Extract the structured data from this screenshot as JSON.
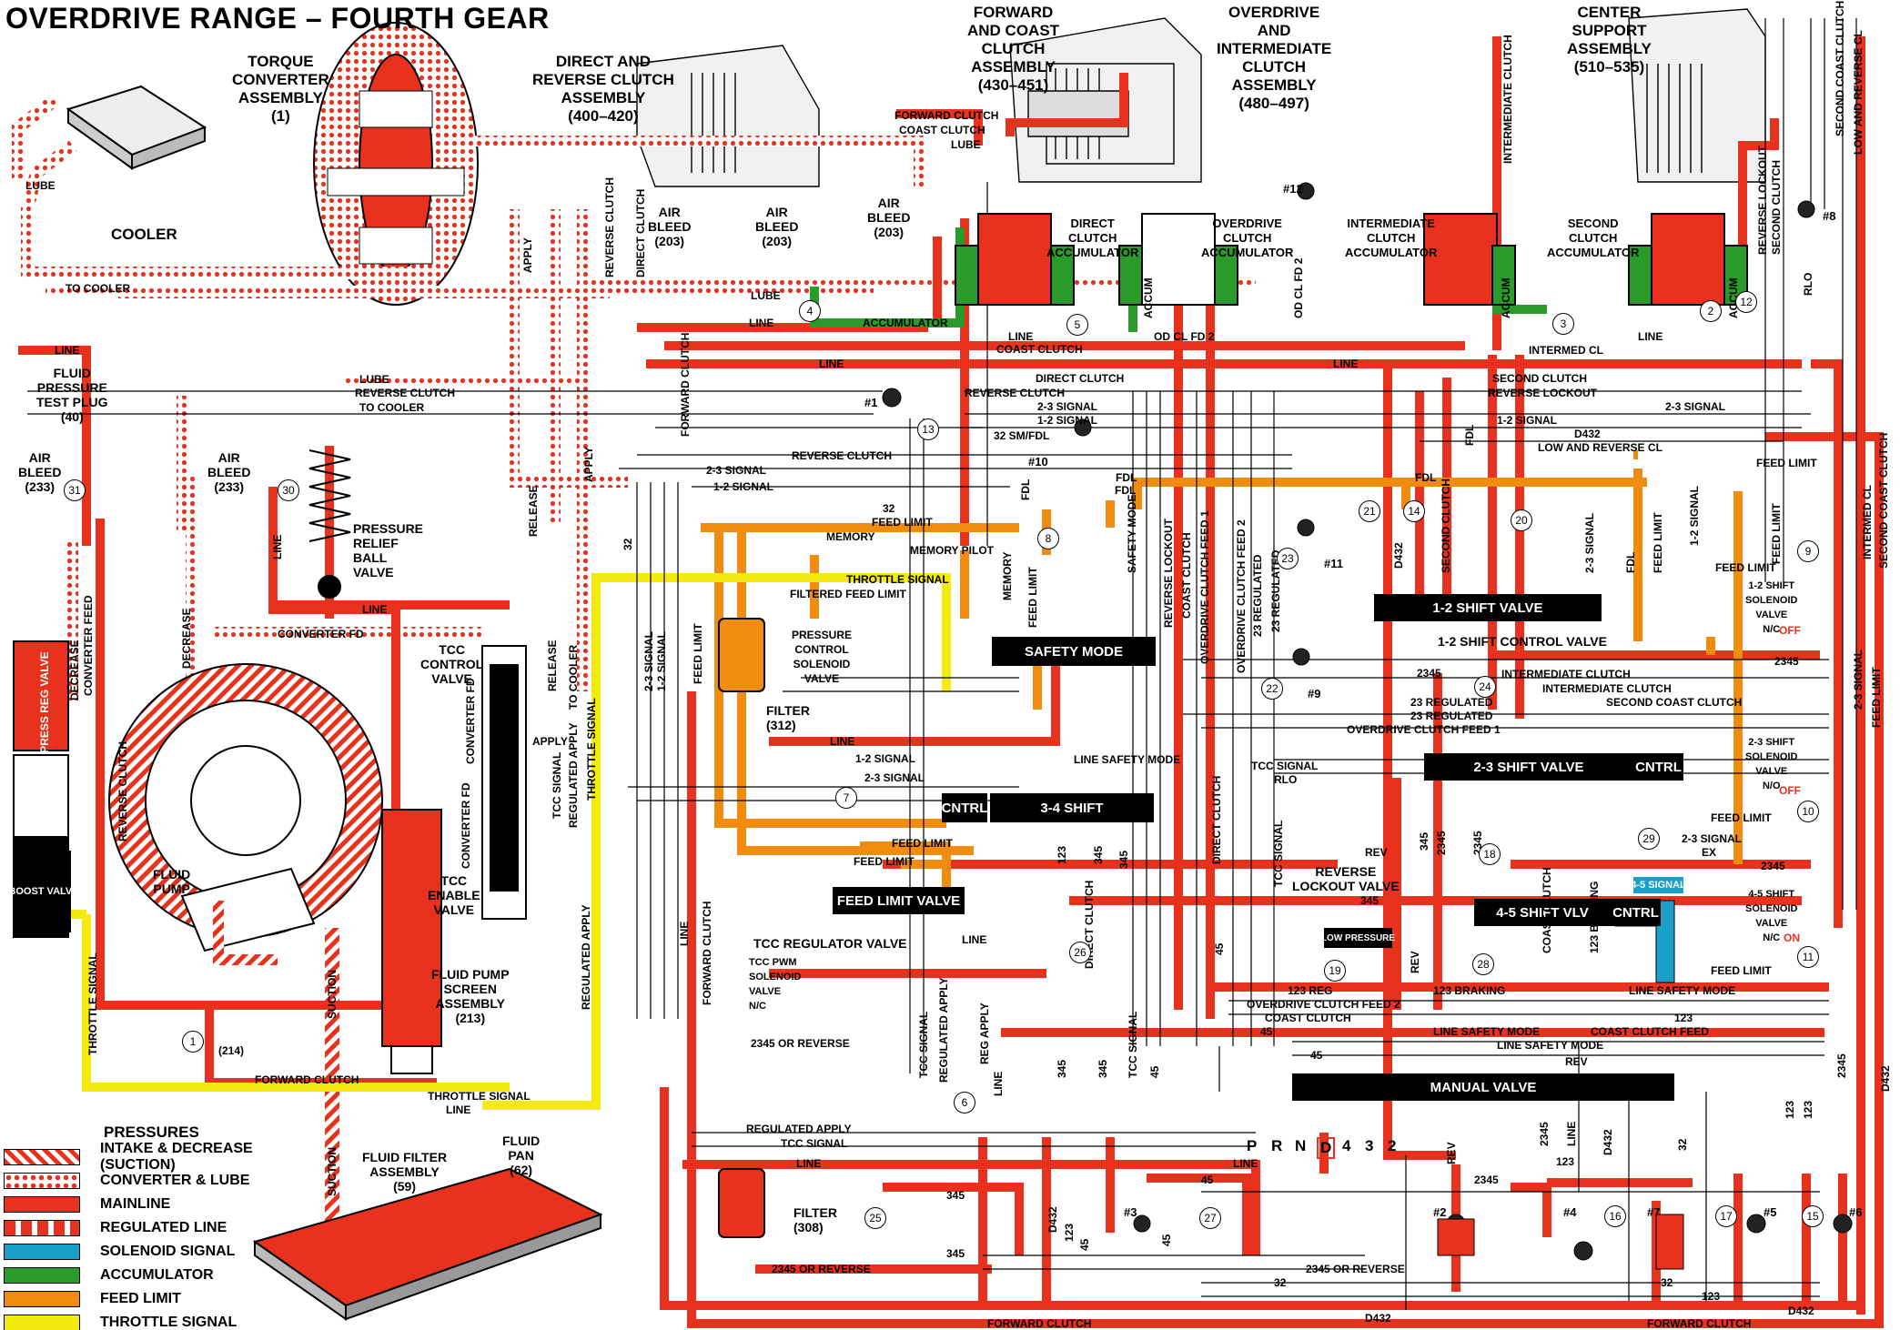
{
  "title": "OVERDRIVE RANGE – FOURTH GEAR",
  "headers": {
    "torque_converter": "TORQUE\nCONVERTER\nASSEMBLY\n(1)",
    "direct_reverse": "DIRECT AND\nREVERSE CLUTCH\nASSEMBLY\n(400–420)",
    "forward_coast": "FORWARD\nAND COAST\nCLUTCH\nASSEMBLY\n(430–451)",
    "od_intermediate": "OVERDRIVE\nAND\nINTERMEDIATE\nCLUTCH\nASSEMBLY\n(480–497)",
    "center_support": "CENTER\nSUPPORT\nASSEMBLY\n(510–535)"
  },
  "components": {
    "cooler": "COOLER",
    "test_plug": "FLUID\nPRESSURE\nTEST PLUG\n(40)",
    "air_bleed_233a": "AIR\nBLEED\n(233)",
    "air_bleed_233b": "AIR\nBLEED\n(233)",
    "air_bleed_203a": "AIR\nBLEED\n(203)",
    "air_bleed_203b": "AIR\nBLEED\n(203)",
    "air_bleed_203c": "AIR\nBLEED\n(203)",
    "pressure_relief": "PRESSURE\nRELIEF\nBALL\nVALVE",
    "tcc_control_valve": "TCC\nCONTROL\nVALVE",
    "tcc_enable_valve": "TCC\nENABLE\nVALVE",
    "fluid_pump": "FLUID\nPUMP",
    "pump_screen": "FLUID PUMP\nSCREEN\nASSEMBLY\n(213)",
    "fluid_filter": "FLUID FILTER\nASSEMBLY\n(59)",
    "fluid_pan": "FLUID\nPAN\n(62)",
    "direct_clutch_acc": "DIRECT\nCLUTCH\nACCUMULATOR",
    "overdrive_clutch_acc": "OVERDRIVE\nCLUTCH\nACCUMULATOR",
    "intermediate_clutch_acc": "INTERMEDIATE\nCLUTCH\nACCUMULATOR",
    "second_clutch_acc": "SECOND\nCLUTCH\nACCUMULATOR",
    "pcs_valve": "PRESSURE\nCONTROL\nSOLENOID\nVALVE",
    "filter_312": "FILTER\n(312)",
    "filter_308": "FILTER\n(308)",
    "tcc_regulator": "TCC REGULATOR VALVE",
    "tcc_pwm": "TCC PWM\nSOLENOID\nVALVE\nN/C",
    "reverse_lockout_valve": "REVERSE\nLOCKOUT VALVE",
    "shift_sol_12": "1-2 SHIFT\nSOLENOID\nVALVE\nN/C",
    "shift_sol_23": "2-3 SHIFT\nSOLENOID\nVALVE\nN/O",
    "shift_sol_45": "4-5 SHIFT\nSOLENOID\nVALVE\nN/C",
    "off1": "OFF",
    "off2": "OFF",
    "on": "ON",
    "tap_214": "(214)"
  },
  "valves": {
    "press_reg": "PRESS REG VALVE",
    "boost": "BOOST VALVE",
    "safety_mode": "SAFETY MODE",
    "shift_34_cntrl": "CNTRL",
    "shift_34": "3-4 SHIFT",
    "feed_limit": "FEED LIMIT VALVE",
    "shift_12": "1-2 SHIFT VALVE",
    "shift_12_control": "1-2 SHIFT CONTROL VALVE",
    "shift_23": "2-3 SHIFT VALVE",
    "shift_23_cntrl": "CNTRL",
    "shift_45": "4-5 SHIFT VLV",
    "shift_45_cntrl": "CNTRL",
    "low_pressure": "LOW PRESSURE",
    "manual": "MANUAL VALVE"
  },
  "passages": {
    "lube": "LUBE",
    "to_cooler": "TO COOLER",
    "line": "LINE",
    "converter_fd": "CONVERTER FD",
    "reverse_clutch": "REVERSE CLUTCH",
    "direct_clutch": "DIRECT CLUTCH",
    "coast_clutch": "COAST CLUTCH",
    "forward_clutch": "FORWARD CLUTCH",
    "accumulator": "ACCUMULATOR",
    "intermed_cl": "INTERMED CL",
    "second_clutch": "SECOND CLUTCH",
    "reverse_lockout": "REVERSE LOCKOUT",
    "signal_23": "2-3 SIGNAL",
    "signal_12": "1-2 SIGNAL",
    "d432": "D432",
    "low_rev_cl": "LOW AND REVERSE CL",
    "feed_limit": "FEED LIMIT",
    "memory": "MEMORY",
    "memory_pilot": "MEMORY PILOT",
    "throttle_signal": "THROTTLE SIGNAL",
    "filtered_feed_limit": "FILTERED FEED LIMIT",
    "v32": "32",
    "sm_fdl": "32 SM/FDL",
    "fdl": "FDL",
    "intermediate_clutch": "INTERMEDIATE CLUTCH",
    "regulated_23": "23 REGULATED",
    "second_coast_clutch": "SECOND COAST CLUTCH",
    "od_clutch_feed_1": "OVERDRIVE CLUTCH FEED 1",
    "od_clutch_feed_2": "OVERDRIVE CLUTCH FEED 2",
    "line_safety_mode": "LINE SAFETY MODE",
    "tcc_signal": "TCC SIGNAL",
    "regulated_apply": "REGULATED APPLY",
    "reg_apply": "REG APPLY",
    "rlo": "RLO",
    "rev": "REV",
    "braking_123": "123 BRAKING",
    "reg_123": "123 REG",
    "coast_clutch_feed": "COAST CLUTCH FEED",
    "v45": "45",
    "v345": "345",
    "v2345": "2345",
    "v123": "123",
    "or_reverse_2345": "2345 OR REVERSE",
    "overdrive_clutch": "OVERDRIVE CLUTCH",
    "od_cl_fd_2": "OD CL FD 2",
    "apply": "APPLY",
    "release": "RELEASE",
    "decrease": "DECREASE",
    "suction": "SUCTION",
    "converter_feed": "CONVERTER FEED",
    "signal_45": "4-5 SIGNAL",
    "ex": "EX",
    "accum": "ACCUM"
  },
  "gear_selector": [
    "P",
    "R",
    "N",
    "D",
    "4",
    "3",
    "2"
  ],
  "selected_gear": "D",
  "checkballs": [
    "#1",
    "#2",
    "#3",
    "#4",
    "#5",
    "#6",
    "#7",
    "#8",
    "#9",
    "#10",
    "#11",
    "#12"
  ],
  "circuit_numbers": [
    "1",
    "2",
    "3",
    "4",
    "5",
    "6",
    "7",
    "8",
    "9",
    "10",
    "11",
    "12",
    "13",
    "14",
    "15",
    "16",
    "17",
    "18",
    "19",
    "20",
    "21",
    "22",
    "23",
    "24",
    "25",
    "26",
    "27",
    "28",
    "29",
    "30",
    "31"
  ],
  "legend": {
    "title": "PRESSURES",
    "items": [
      {
        "label": "INTAKE & DECREASE (SUCTION)",
        "pattern": "stripe",
        "color": "#e8321e"
      },
      {
        "label": "CONVERTER & LUBE",
        "pattern": "dots",
        "color": "#e8321e"
      },
      {
        "label": "MAINLINE",
        "pattern": "solid",
        "color": "#e8321e"
      },
      {
        "label": "REGULATED LINE",
        "pattern": "blocks",
        "color": "#e8321e"
      },
      {
        "label": "SOLENOID SIGNAL",
        "pattern": "solid",
        "color": "#1aa0c8"
      },
      {
        "label": "ACCUMULATOR",
        "pattern": "solid",
        "color": "#2a9a2a"
      },
      {
        "label": "FEED LIMIT",
        "pattern": "solid",
        "color": "#f08c10"
      },
      {
        "label": "THROTTLE SIGNAL",
        "pattern": "solid",
        "color": "#f5ea10"
      }
    ]
  },
  "colors": {
    "mainline": "#e8321e",
    "feed_limit": "#f08c10",
    "throttle": "#f5ea10",
    "accumulator": "#2a9a2a",
    "solenoid": "#1aa0c8",
    "outline": "#000000"
  }
}
